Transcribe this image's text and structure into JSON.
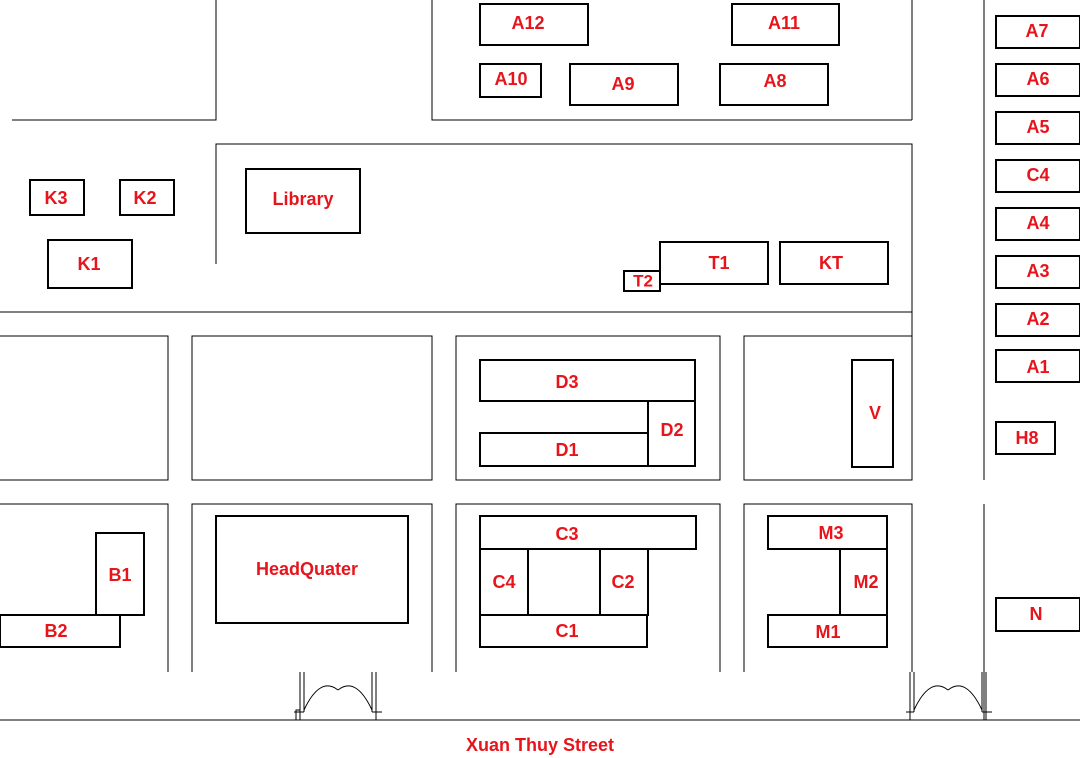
{
  "street_label": "Xuan Thuy Street",
  "buildings": {
    "A12": "A12",
    "A11": "A11",
    "A10": "A10",
    "A9": "A9",
    "A8": "A8",
    "A7": "A7",
    "A6": "A6",
    "A5": "A5",
    "C4_east": "C4",
    "A4": "A4",
    "A3": "A3",
    "A2": "A2",
    "A1": "A1",
    "H8": "H8",
    "N": "N",
    "K3": "K3",
    "K2": "K2",
    "K1": "K1",
    "Library": "Library",
    "T2": "T2",
    "T1": "T1",
    "KT": "KT",
    "D3": "D3",
    "D2": "D2",
    "D1": "D1",
    "V": "V",
    "B1": "B1",
    "B2": "B2",
    "HeadQuater": "HeadQuater",
    "C3": "C3",
    "C4": "C4",
    "C2": "C2",
    "C1": "C1",
    "M3": "M3",
    "M2": "M2",
    "M1": "M1"
  },
  "colors": {
    "label": "#e8141c",
    "outline": "#000000",
    "background": "#ffffff"
  }
}
